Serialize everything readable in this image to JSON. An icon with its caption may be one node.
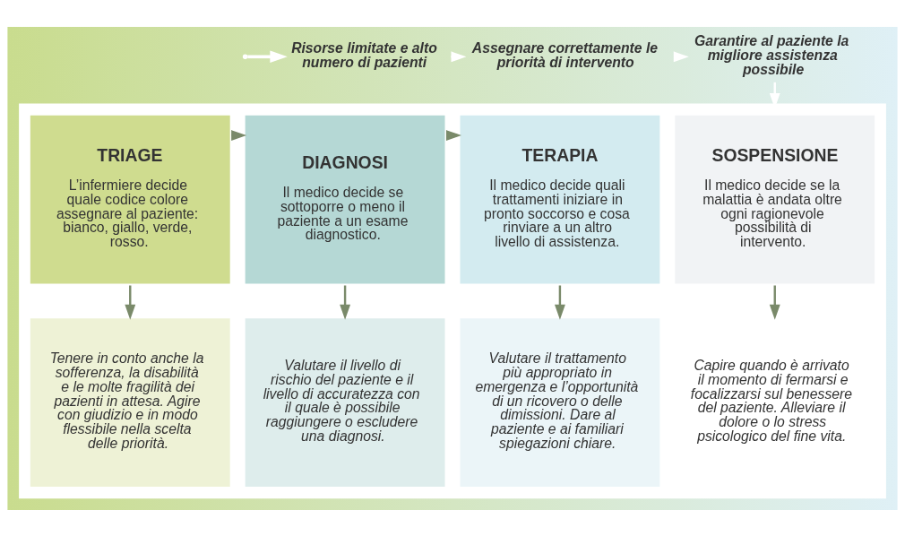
{
  "diagram": {
    "nodes": [
      {
        "text": [
          "Risorse limitate e alto numero di pazienti"
        ]
      },
      {
        "text": [
          "Assegnare correttamente le priorità di intervento"
        ]
      },
      {
        "text": [
          "Garantire al paziente la migliore assistenza possibile"
        ]
      },
      {
        "text": [],
        "shape": "box"
      },
      {
        "text": [
          "TRIAGE",
          "L’infermiere decide quale codice colore assegnare al paziente: bianco, giallo, verde, rosso."
        ],
        "in": 3
      },
      {
        "text": [
          "DIAGNOSI",
          "Il medico decide se sottoporre o meno il paziente a un esame diagnostico."
        ],
        "in": 3
      },
      {
        "text": [
          "TERAPIA",
          "Il medico decide quali trattamenti iniziare in pronto soccorso e cosa rinviare a un altro livello di assistenza."
        ],
        "in": 3
      },
      {
        "text": [
          "SOSPENSIONE",
          "Il medico decide se la malattia è andata oltre ogni ragionevole possibilità di intervento."
        ],
        "in": 3
      },
      {
        "text": [
          "Tenere in conto anche la sofferenza, la disabilità e le molte fragilità dei pazienti in attesa. Agire con giudizio e in modo flessibile nella scelta delle priorità."
        ],
        "in": 3
      },
      {
        "text": [
          "Valutare il livello di rischio del paziente e il livello di accuratezza con il quale è possibile raggiungere o escludere una diagnosi."
        ],
        "in": 3
      },
      {
        "text": [
          "Valutare il trattamento più appropriato in emergenza e l’opportunità di un ricovero o delle dimissioni. Dare al paziente e ai familiari spiegazioni chiare."
        ],
        "in": 3
      },
      {
        "text": [
          "Capire quando è arrivato il momento di fermarsi e focalizzarsi sul benessere del paziente. Alleviare il dolore o lo stress psicologico del fine vita."
        ],
        "in": 3
      }
    ],
    "edges": [
      {
        "from": null,
        "to": 0,
        "arrow": "to",
        "color": "#ffffff"
      },
      {
        "from": 0,
        "to": 1,
        "arrow": "to",
        "color": "#ffffff"
      },
      {
        "from": 1,
        "to": 2,
        "arrow": "to",
        "color": "#ffffff"
      },
      {
        "from": 2,
        "to": 3,
        "arrow": "to",
        "color": "#ffffff"
      },
      {
        "from": 4,
        "to": 5,
        "arrow": "to"
      },
      {
        "from": 5,
        "to": 6,
        "arrow": "to"
      },
      {
        "from": 4,
        "to": 8,
        "arrow": "to"
      },
      {
        "from": 5,
        "to": 9,
        "arrow": "to"
      },
      {
        "from": 6,
        "to": 10,
        "arrow": "to"
      },
      {
        "from": 7,
        "to": 11,
        "arrow": "to"
      }
    ]
  }
}
